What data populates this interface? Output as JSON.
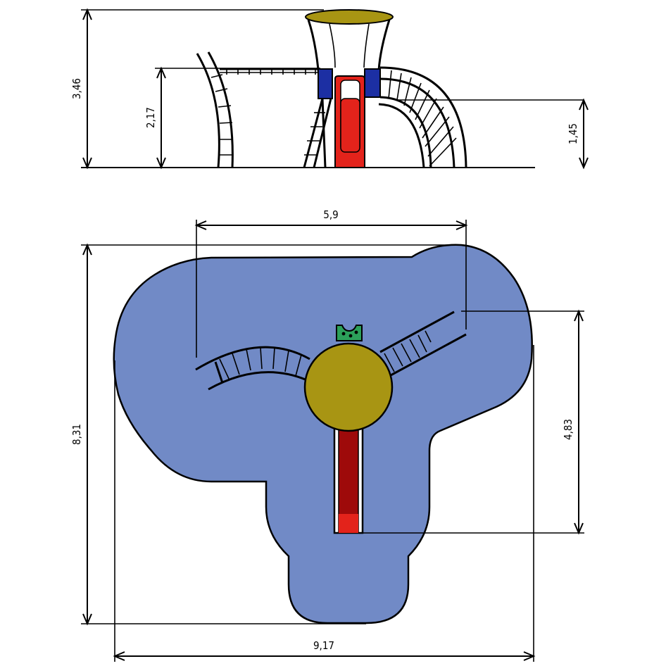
{
  "side_view": {
    "dims": {
      "overall_height": "3,46",
      "platform_height": "2,17",
      "slide_exit_height": "1,45"
    }
  },
  "plan_view": {
    "dims": {
      "arms_span": "5,9",
      "depth": "8,31",
      "width": "9,17",
      "slide_length": "4,83"
    }
  },
  "colors": {
    "safety_area": "#718ac6",
    "roof": "#a89513",
    "slide": "#e3231b",
    "slide_dark": "#9e0a0a",
    "panel_blue": "#1c2fa3",
    "panel_green": "#2ca05a"
  }
}
